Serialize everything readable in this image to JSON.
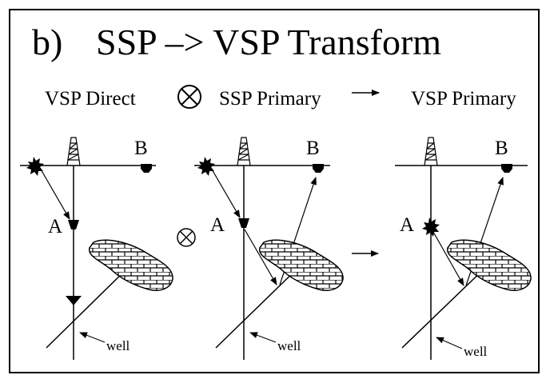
{
  "title": {
    "prefix": "b)",
    "text": "SSP –> VSP Transform"
  },
  "header_labels": {
    "vsp_direct": "VSP Direct",
    "ssp_primary": "SSP Primary",
    "vsp_primary": "VSP Primary"
  },
  "operators": {
    "convolve_symbol": "⊗",
    "arrow_symbol": "→"
  },
  "panels": [
    {
      "receiver_label": "B",
      "source_label": "A",
      "well_label": "well"
    },
    {
      "receiver_label": "B",
      "source_label": "A",
      "well_label": "well"
    },
    {
      "receiver_label": "B",
      "source_label": "A",
      "well_label": "well"
    }
  ],
  "colors": {
    "ink": "#000000",
    "background": "#ffffff"
  }
}
